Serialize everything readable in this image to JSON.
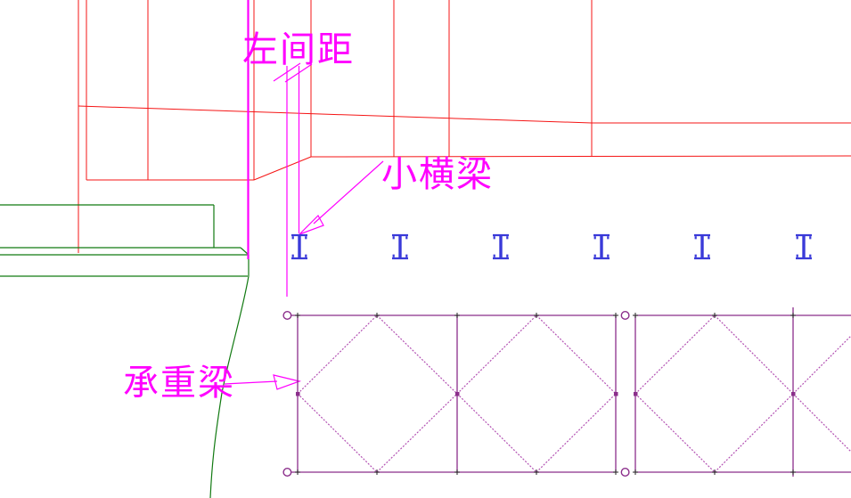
{
  "title": "bridge-structure-cad-drawing",
  "colors": {
    "background": "#ffffff",
    "deck_red": "#f51515",
    "abutment_green": "#127a12",
    "annotation_magenta": "#ff00ff",
    "crossbeam_blue": "#3a3ad9",
    "truss_purple": "#8b2e8b",
    "truss_diagonal": "#b352b3",
    "marker_black": "#222222"
  },
  "annotations": {
    "left_spacing": {
      "label": "左间距"
    },
    "small_crossbeam": {
      "label": "小横梁"
    },
    "load_bearing_beam": {
      "label": "承重梁"
    }
  },
  "symbols": {
    "crossbeam_count": 6,
    "truss_panel_count": 2,
    "truss_pin_circle_count": 4
  }
}
